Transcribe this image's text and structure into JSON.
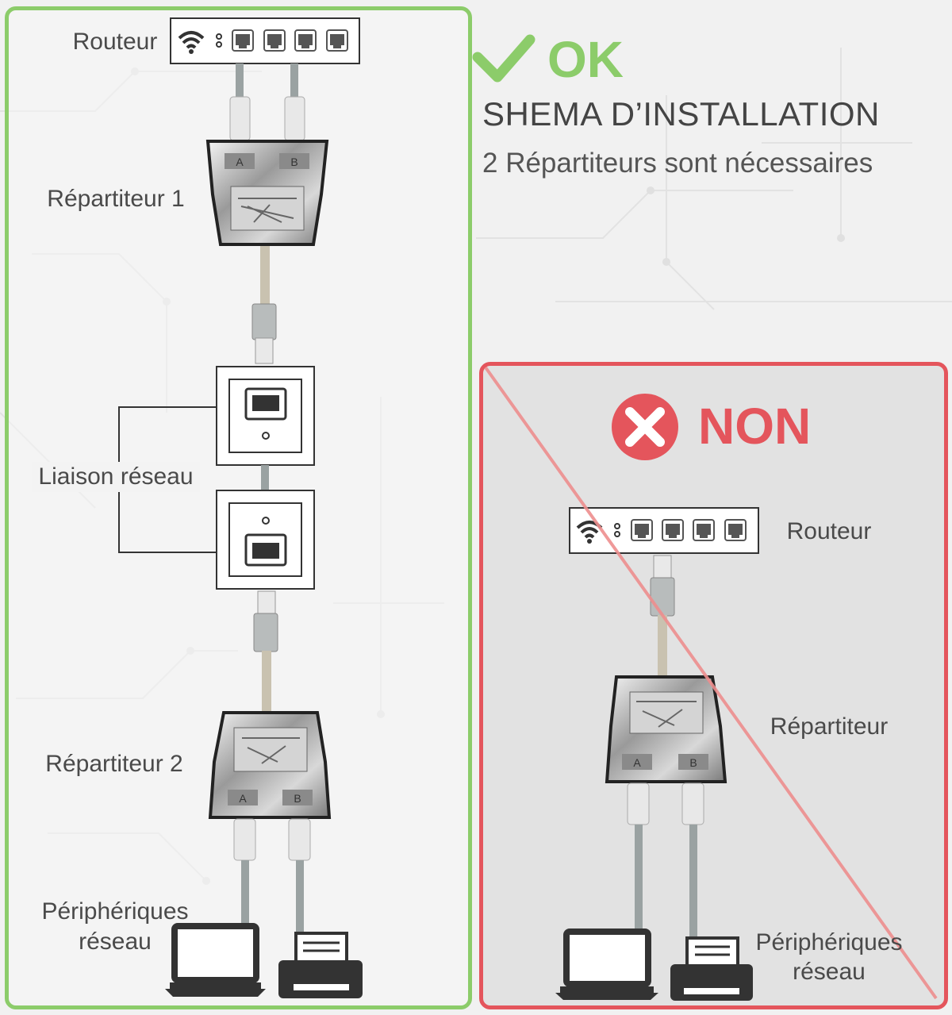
{
  "ok_panel": {
    "status": "OK",
    "title": "SHEMA D’INSTALLATION",
    "subtitle": "2 Répartiteurs sont nécessaires",
    "labels": {
      "router": "Routeur",
      "splitter1": "Répartiteur 1",
      "network_link": "Liaison réseau",
      "splitter2": "Répartiteur 2",
      "devices_line1": "Périphériques",
      "devices_line2": "réseau"
    },
    "port_labels": [
      "A",
      "B"
    ]
  },
  "non_panel": {
    "status": "NON",
    "labels": {
      "router": "Routeur",
      "splitter": "Répartiteur",
      "devices_line1": "Périphériques",
      "devices_line2": "réseau"
    },
    "port_labels": [
      "A",
      "B"
    ]
  },
  "colors": {
    "ok_green": "#8ccc6a",
    "non_red": "#e4555c",
    "text_gray": "#4a4a4a"
  },
  "icons": [
    "wifi-icon",
    "check-icon",
    "close-circle-icon",
    "ethernet-port-icon",
    "laptop-icon",
    "printer-icon"
  ]
}
